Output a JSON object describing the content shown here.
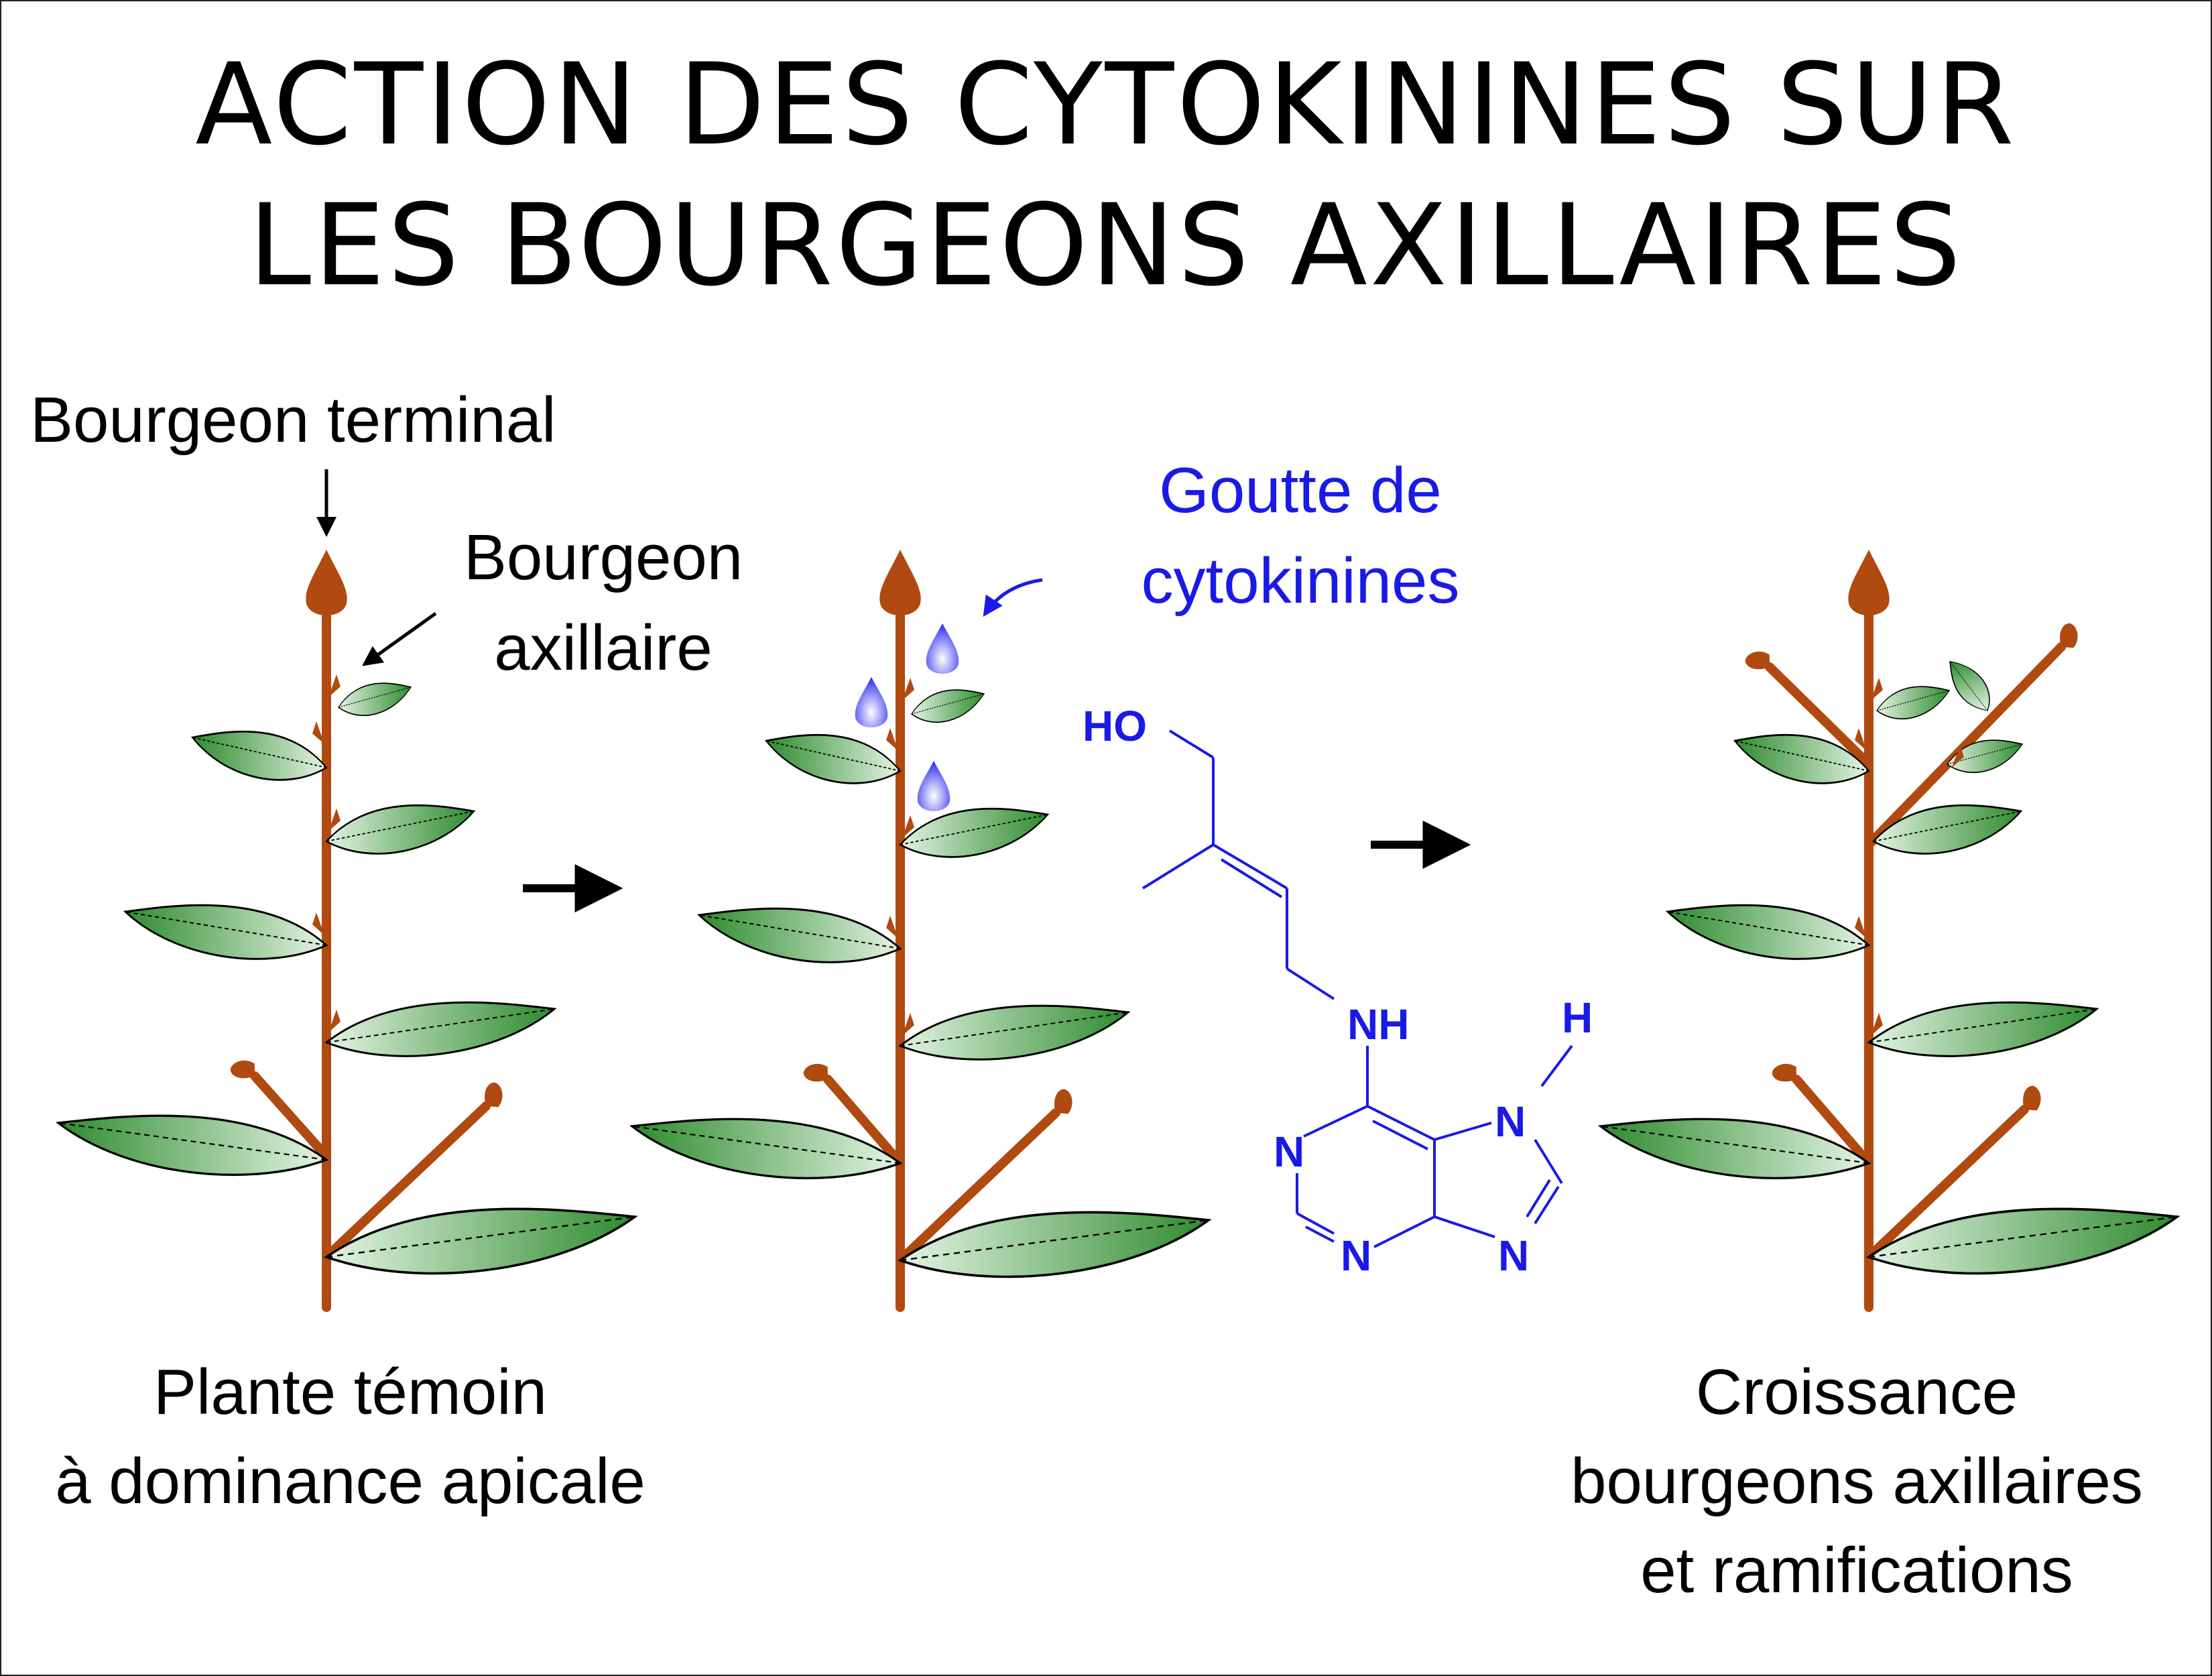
{
  "title": {
    "line1": "ACTION DES CYTOKININES SUR",
    "line2": "LES BOURGEONS AXILLAIRES"
  },
  "labels": {
    "terminal_bud": "Bourgeon terminal",
    "axillary_bud_line1": "Bourgeon",
    "axillary_bud_line2": "axillaire",
    "drop_line1": "Goutte de",
    "drop_line2": "cytokinines",
    "control_line1": "Plante témoin",
    "control_line2": "à dominance apicale",
    "result_line1": "Croissance",
    "result_line2": "bourgeons axillaires",
    "result_line3": "et ramifications"
  },
  "molecule": {
    "ho": "HO",
    "nh": "NH",
    "h": "H",
    "n1": "N",
    "n3": "N",
    "n7": "N",
    "n9": "N"
  },
  "colors": {
    "stem": "#b04a10",
    "leaf_dark": "#2e8b2e",
    "leaf_light": "#d8efd8",
    "cytokinin": "#1a1ae6",
    "arrow": "#000000"
  },
  "icons": {
    "process_arrow": "right-arrow-icon",
    "drop": "water-drop-icon"
  }
}
